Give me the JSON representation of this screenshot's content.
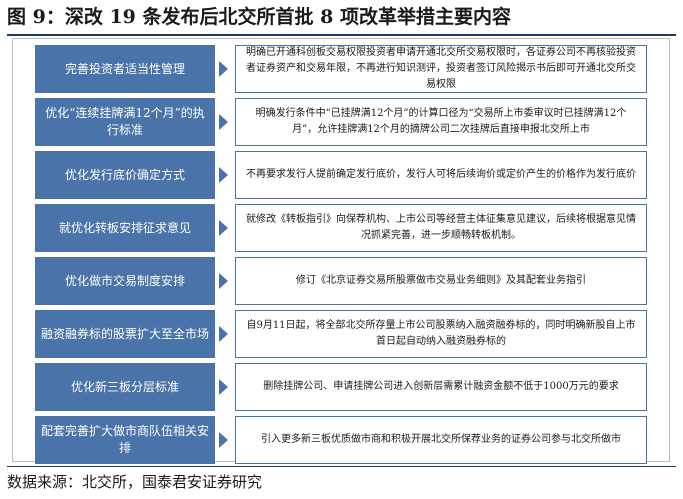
{
  "title": "图 9：深改 19 条发布后北交所首批 8 项改革举措主要内容",
  "rows": [
    {
      "measure": "完善投资者适当性管理",
      "content": "明确已开通科创板交易权限投资者申请开通北交所交易权限时，各证券公司不再核验投资者证券资产和交易年限，不再进行知识测评，投资者签订风险揭示书后即可开通北交所交易权限"
    },
    {
      "measure": "优化“连续挂牌满12个月”的执行标准",
      "content": "明确发行条件中“已挂牌满12个月”的计算口径为“交易所上市委审议时已挂牌满12个月”，允许挂牌满12个月的摘牌公司二次挂牌后直接申报北交所上市"
    },
    {
      "measure": "优化发行底价确定方式",
      "content": "不再要求发行人提前确定发行底价，发行人可将后续询价或定价产生的价格作为发行底价"
    },
    {
      "measure": "就优化转板安排征求意见",
      "content": "就修改《转板指引》向保荐机构、上市公司等经营主体征集意见建议，后续将根据意见情况抓紧完善，进一步顺畅转板机制。"
    },
    {
      "measure": "优化做市交易制度安排",
      "content": "修订《北京证券交易所股票做市交易业务细则》及其配套业务指引"
    },
    {
      "measure": "融资融券标的股票扩大至全市场",
      "content": "自9月11日起，将全部北交所存量上市公司股票纳入融资融券标的，同时明确新股自上市首日起自动纳入融资融券标的"
    },
    {
      "measure": "优化新三板分层标准",
      "content": "删除挂牌公司、申请挂牌公司进入创新层需累计融资金额不低于1000万元的要求"
    },
    {
      "measure": "配套完善扩大做市商队伍相关安排",
      "content": "引入更多新三板优质做市商和积极开展北交所保荐业务的证券公司参与北交所做市"
    }
  ],
  "source": "数据来源：北交所，国泰君安证券研究",
  "colors": {
    "accent": "#4a74a9",
    "rule": "#1f3a5f"
  }
}
